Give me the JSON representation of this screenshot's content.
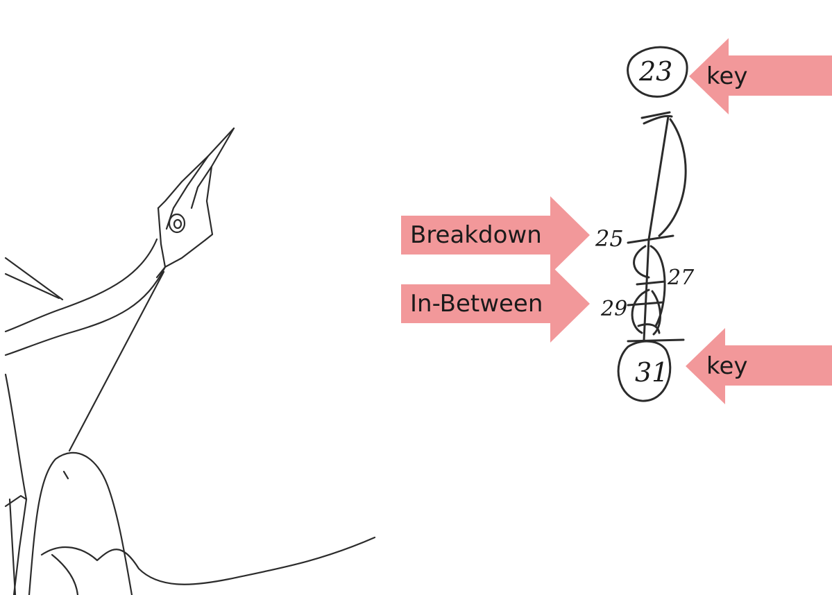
{
  "arrow_color": "#f2989a",
  "callouts": {
    "key_top": "key",
    "breakdown": "Breakdown",
    "in_between": "In-Between",
    "key_bottom": "key"
  },
  "frame_numbers": {
    "top_key": "23",
    "breakdown": "25",
    "inbetween_a": "27",
    "inbetween_b": "29",
    "bottom_key": "31"
  }
}
